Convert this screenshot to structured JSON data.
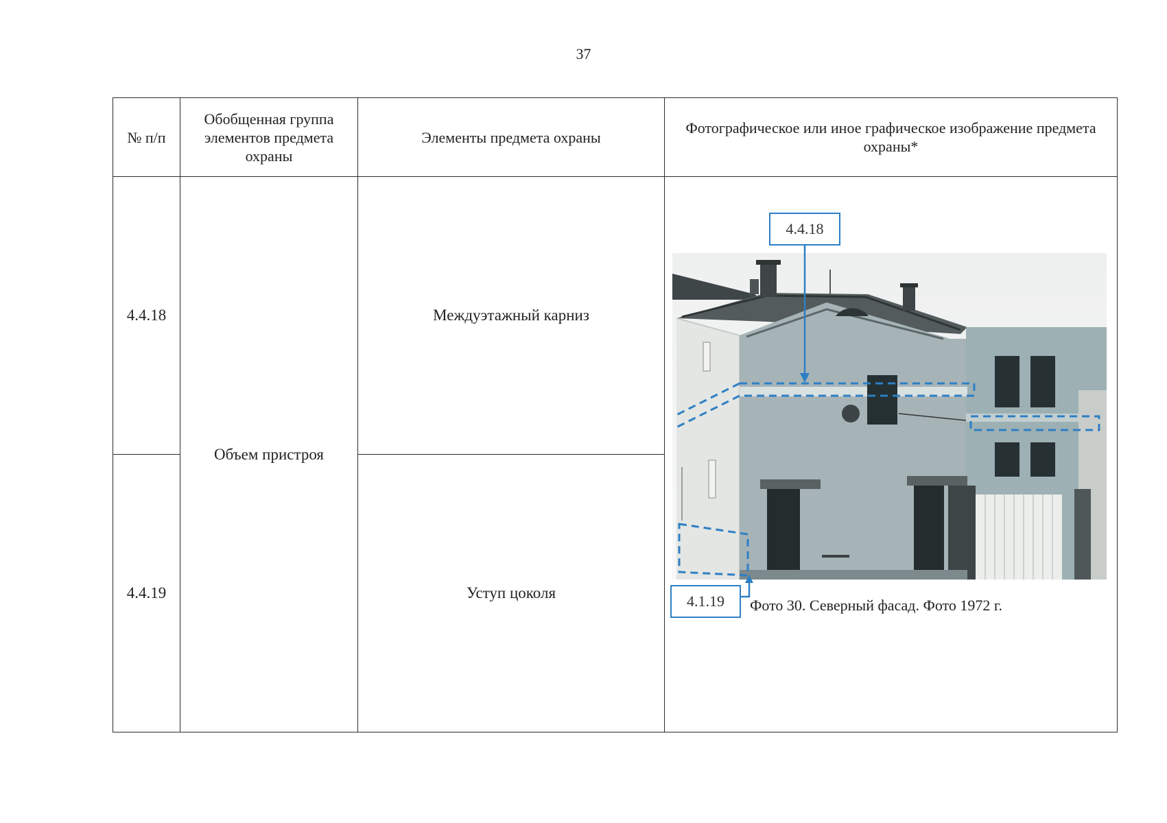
{
  "page_number": "37",
  "table": {
    "headers": [
      "№ п/п",
      "Обобщенная группа элементов предмета охраны",
      "Элементы предмета охраны",
      "Фотографическое или иное графическое изображение предмета охраны*"
    ],
    "group": "Объем пристроя",
    "rows": [
      {
        "number": "4.4.18",
        "element": "Междуэтажный карниз"
      },
      {
        "number": "4.4.19",
        "element": "Уступ цоколя"
      }
    ]
  },
  "photo": {
    "callouts": [
      "4.4.18",
      "4.1.19"
    ],
    "caption": "Фото 30. Северный фасад. Фото 1972 г.",
    "colors": {
      "callout": "#2d7fc4",
      "sky": "#ffffff",
      "wall_shadow": "#a8b6bb"
    }
  }
}
